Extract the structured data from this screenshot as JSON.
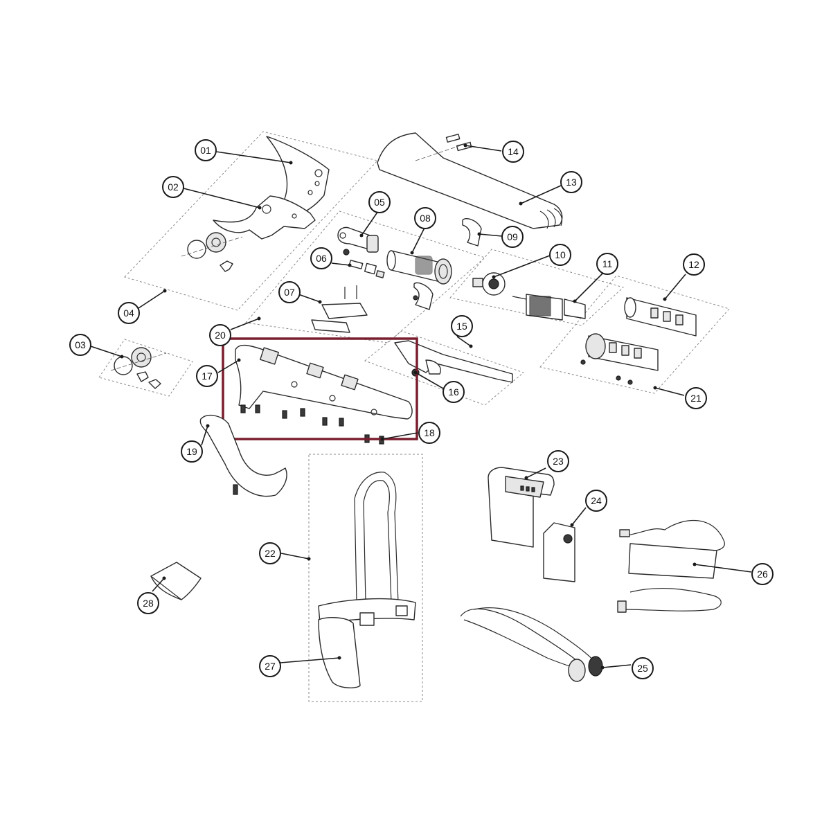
{
  "diagram": {
    "highlight_color": "#7a1e2e",
    "line_color": "#1a1a1a",
    "callouts": [
      {
        "id": "c01",
        "label": "01"
      },
      {
        "id": "c02",
        "label": "02"
      },
      {
        "id": "c03",
        "label": "03"
      },
      {
        "id": "c04",
        "label": "04"
      },
      {
        "id": "c05",
        "label": "05"
      },
      {
        "id": "c06",
        "label": "06"
      },
      {
        "id": "c07",
        "label": "07"
      },
      {
        "id": "c08",
        "label": "08"
      },
      {
        "id": "c09",
        "label": "09"
      },
      {
        "id": "c10",
        "label": "10"
      },
      {
        "id": "c11",
        "label": "11"
      },
      {
        "id": "c12",
        "label": "12"
      },
      {
        "id": "c13",
        "label": "13"
      },
      {
        "id": "c14",
        "label": "14"
      },
      {
        "id": "c15",
        "label": "15"
      },
      {
        "id": "c16",
        "label": "16"
      },
      {
        "id": "c17",
        "label": "17"
      },
      {
        "id": "c18",
        "label": "18"
      },
      {
        "id": "c19",
        "label": "19"
      },
      {
        "id": "c20",
        "label": "20"
      },
      {
        "id": "c21",
        "label": "21"
      },
      {
        "id": "c22",
        "label": "22"
      },
      {
        "id": "c23",
        "label": "23"
      },
      {
        "id": "c24",
        "label": "24"
      },
      {
        "id": "c25",
        "label": "25"
      },
      {
        "id": "c26",
        "label": "26"
      },
      {
        "id": "c27",
        "label": "27"
      },
      {
        "id": "c28",
        "label": "28"
      }
    ]
  }
}
